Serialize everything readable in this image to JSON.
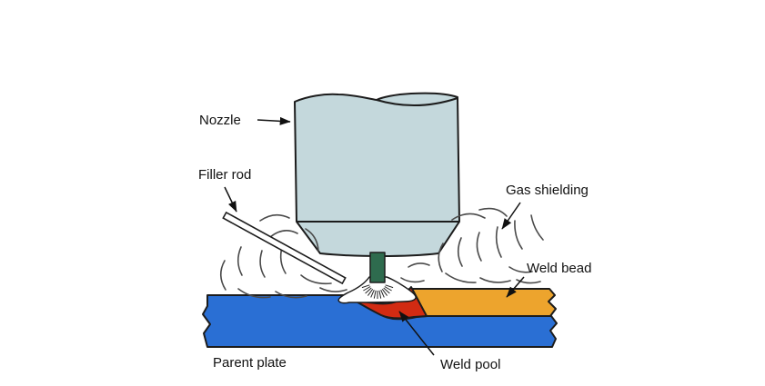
{
  "labels": {
    "nozzle": "Nozzle",
    "filler_rod": "Filler rod",
    "gas_shielding": "Gas shielding",
    "weld_bead": "Weld bead",
    "parent_plate": "Parent plate",
    "weld_pool": "Weld pool"
  },
  "colors": {
    "background": "#ffffff",
    "outline": "#1c1c1c",
    "label_text": "#111111",
    "arrow_color": "#111111",
    "nozzle_fill": "#c4d8dc",
    "electrode_fill": "#2e6b4e",
    "arc_fan_fill": "#ffffff",
    "filler_rod_fill": "#ffffff",
    "weld_pool_fill": "#d22b12",
    "weld_bead_fill": "#eda42d",
    "parent_plate_fill": "#2a6fd4",
    "gas_swirl_stroke": "#4a4a4a"
  }
}
